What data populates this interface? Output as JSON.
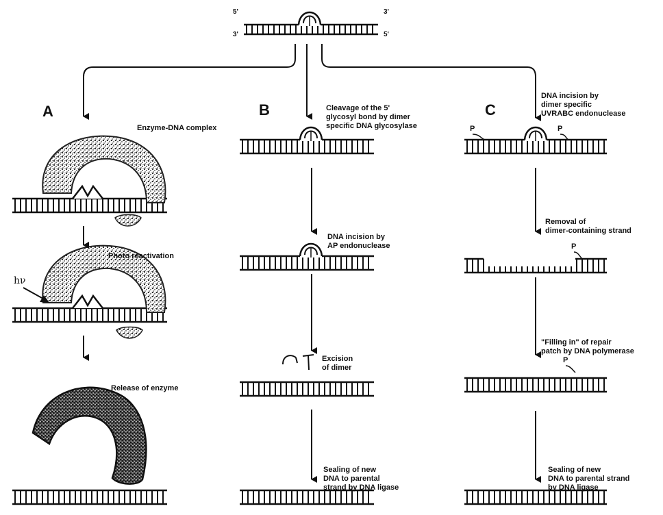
{
  "strand_ends": {
    "top_left": "5'",
    "bottom_left": "3'",
    "top_right": "3'",
    "bottom_right": "5'"
  },
  "panels": {
    "a": {
      "letter": "A",
      "steps": [
        "Enzyme-DNA complex",
        "Photo reactivation",
        "Release of enzyme"
      ],
      "light_label": "hν"
    },
    "b": {
      "letter": "B",
      "steps": [
        "Cleavage of the 5'\nglycosyl bond by dimer\nspecific DNA glycosylase",
        "DNA incision by\nAP endonuclease",
        "Excision\nof dimer",
        "Sealing of new\nDNA to parental\nstrand by DNA ligase"
      ]
    },
    "c": {
      "letter": "C",
      "steps": [
        "DNA incision by\ndimer specific\nUVRABC endonuclease",
        "Removal of\ndimer-containing strand",
        "\"Filling in\" of repair\npatch by DNA polymerase",
        "Sealing of new\nDNA to parental strand\nby DNA ligase"
      ],
      "phosphate_label": "P"
    }
  },
  "colors": {
    "ink": "#111111",
    "background": "#ffffff",
    "stipple": "#3a3a3a"
  }
}
